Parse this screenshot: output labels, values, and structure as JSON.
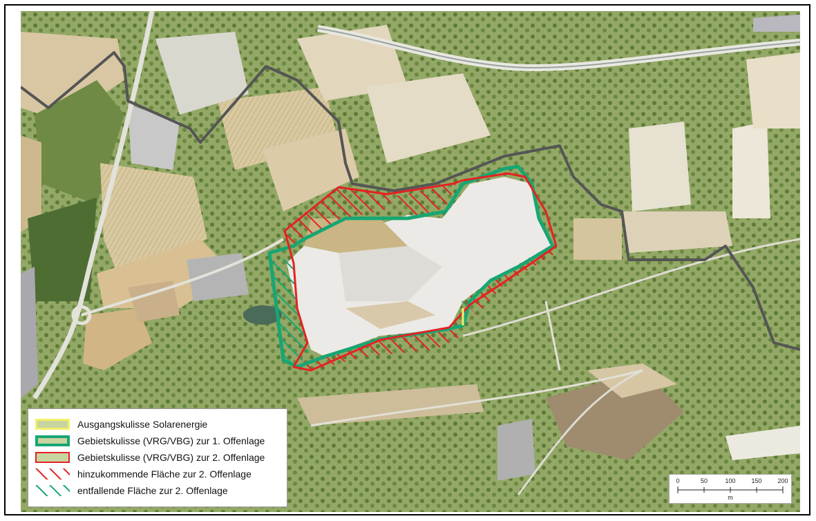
{
  "legend": {
    "items": [
      {
        "label": "Ausgangskulisse Solarenergie",
        "type": "yellow-outline"
      },
      {
        "label": "Gebietskulisse (VRG/VBG) zur 1. Offenlage",
        "type": "green-outline"
      },
      {
        "label": "Gebietskulisse (VRG/VBG) zur 2. Offenlage",
        "type": "red-outline"
      },
      {
        "label": "hinzukommende Fläche zur 2. Offenlage",
        "type": "red-hatch"
      },
      {
        "label": "entfallende Fläche zur 2. Offenlage",
        "type": "green-hatch"
      }
    ]
  },
  "scale_bar": {
    "ticks": [
      "0",
      "50",
      "100",
      "150",
      "200"
    ],
    "unit": "m"
  },
  "colors": {
    "solar_yellow": "#f3f06a",
    "offenlage1_green": "#17a673",
    "offenlage2_red": "#e42222",
    "boundary_gray": "#555555",
    "fill_swatch": "#c8d4a0"
  }
}
